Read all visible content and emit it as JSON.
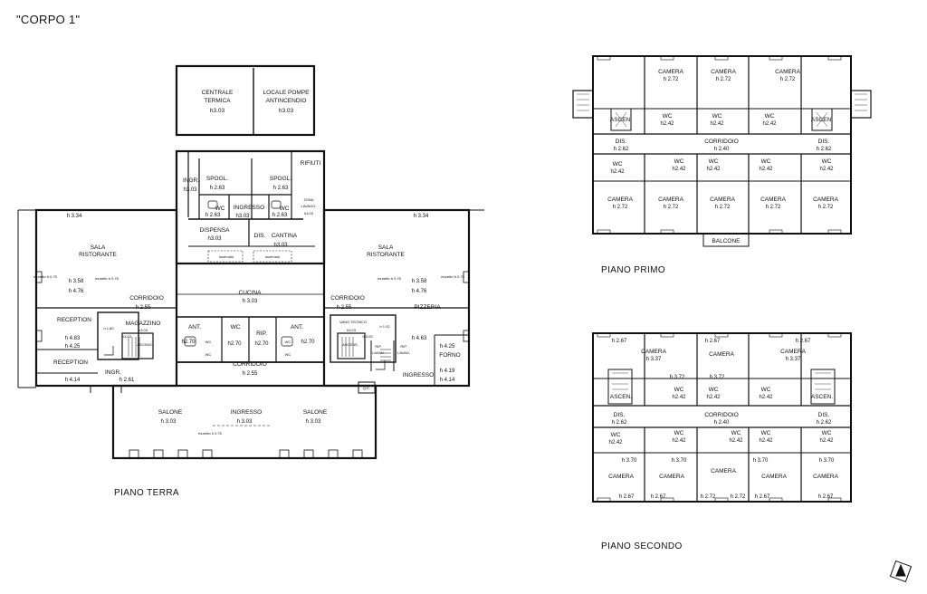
{
  "sheet": {
    "title": "\"CORPO 1\"",
    "captions": {
      "ground": "PIANO TERRA",
      "first": "PIANO PRIMO",
      "second": "PIANO SECONDO"
    }
  },
  "ground_floor": {
    "rooms": [
      {
        "id": "centrale",
        "lines": [
          "CENTRALE",
          "TERMICA",
          "h3.03"
        ]
      },
      {
        "id": "pompe",
        "lines": [
          "LOCALE POMPE",
          "ANTINCENDIO",
          "h3.03"
        ]
      },
      {
        "id": "ingr-top",
        "lines": [
          "INGR.",
          "h3.03"
        ]
      },
      {
        "id": "spogl-1",
        "lines": [
          "SPOGL.",
          "h 2.63"
        ]
      },
      {
        "id": "spogl-2",
        "lines": [
          "SPOGL.",
          "h 2.63"
        ]
      },
      {
        "id": "rifiuti",
        "lines": [
          "RIFIUTI"
        ]
      },
      {
        "id": "zona-lavaggio",
        "lines": [
          "ZONA",
          "LAVAGG.",
          "h3.03"
        ]
      },
      {
        "id": "wc-1",
        "lines": [
          "WC",
          "h 2.63"
        ]
      },
      {
        "id": "ingresso-staff",
        "lines": [
          "INGRESSO",
          "h3.03"
        ]
      },
      {
        "id": "wc-2",
        "lines": [
          "WC",
          "h 2.63"
        ]
      },
      {
        "id": "dispensa",
        "lines": [
          "DISPENSA",
          "h3.03"
        ]
      },
      {
        "id": "dis",
        "lines": [
          "DIS."
        ]
      },
      {
        "id": "cantina",
        "lines": [
          "CANTINA",
          "h3.03"
        ]
      },
      {
        "id": "sala-left",
        "lines": [
          "SALA",
          "RISTORANTE"
        ]
      },
      {
        "id": "sala-right",
        "lines": [
          "SALA",
          "RISTORANTE"
        ]
      },
      {
        "id": "cucina",
        "lines": [
          "CUCINA",
          "h 3.03"
        ]
      },
      {
        "id": "corr-left",
        "lines": [
          "CORRIDOIO",
          "h 2.55"
        ]
      },
      {
        "id": "corr-right",
        "lines": [
          "CORRIDOIO",
          "h 2.55"
        ]
      },
      {
        "id": "reception-1",
        "lines": [
          "RECEPTION"
        ]
      },
      {
        "id": "reception-2",
        "lines": [
          "RECEPTION"
        ]
      },
      {
        "id": "pizzeria",
        "lines": [
          "PIZZERIA"
        ]
      },
      {
        "id": "magazzino",
        "lines": [
          "MAGAZZINO",
          "h3.03"
        ]
      },
      {
        "id": "ascens-left",
        "lines": [
          "ASCENS."
        ]
      },
      {
        "id": "ant-1",
        "lines": [
          "ANT."
        ]
      },
      {
        "id": "ant-2",
        "lines": [
          "ANT."
        ]
      },
      {
        "id": "wc-g1",
        "lines": [
          "WC",
          "h2.70"
        ]
      },
      {
        "id": "rip",
        "lines": [
          "RIP.",
          "h2.70"
        ]
      },
      {
        "id": "vano-tecnico",
        "lines": [
          "VANO TECNICO",
          "h3.03"
        ]
      },
      {
        "id": "ascens-right",
        "lines": [
          "ASCENS."
        ]
      },
      {
        "id": "corr-mid",
        "lines": [
          "CORRIDOIO",
          "h 2.55"
        ]
      },
      {
        "id": "ingr-bottom",
        "lines": [
          "INGR.",
          "h 2.61"
        ]
      },
      {
        "id": "ingresso-right",
        "lines": [
          "INGRESSO"
        ]
      },
      {
        "id": "forno",
        "lines": [
          "FORNO"
        ]
      },
      {
        "id": "salone-1",
        "lines": [
          "SALONE",
          "h 3.03"
        ]
      },
      {
        "id": "ingresso-main",
        "lines": [
          "INGRESSO",
          "h 3.03"
        ]
      },
      {
        "id": "salone-2",
        "lines": [
          "SALONE",
          "h 3.03"
        ]
      }
    ],
    "heights": [
      {
        "id": "h-sala-l",
        "text": "h 3.34"
      },
      {
        "id": "h-sala-r",
        "text": "h 3.34"
      },
      {
        "id": "h-358-l",
        "text": "h 3.58"
      },
      {
        "id": "h-476-l",
        "text": "h 4.76"
      },
      {
        "id": "h-358-r",
        "text": "h 3.58"
      },
      {
        "id": "h-476-r",
        "text": "h 4.76"
      },
      {
        "id": "h-483-l",
        "text": "h 4.83"
      },
      {
        "id": "h-425-l",
        "text": "h 4.25"
      },
      {
        "id": "h-414-l",
        "text": "h 4.14"
      },
      {
        "id": "h-463-r",
        "text": "h 4.63"
      },
      {
        "id": "h-425-r",
        "text": "h 4.25"
      },
      {
        "id": "h-419-r",
        "text": "h 4.19"
      },
      {
        "id": "h-414-r",
        "text": "h 4.14"
      },
      {
        "id": "h-270-a",
        "text": "h2.70"
      },
      {
        "id": "h-270-b",
        "text": "h2.70"
      },
      {
        "id": "wc-small-a",
        "text": "WC"
      },
      {
        "id": "wc-small-b",
        "text": "WC"
      },
      {
        "id": "wc-small-c",
        "text": "WC"
      },
      {
        "id": "wc-small-d",
        "text": "WC"
      },
      {
        "id": "rip-lavan-1",
        "text": "RIP."
      },
      {
        "id": "rip-lavan-2",
        "text": "LAVAN."
      },
      {
        "id": "rip-lavan-3",
        "text": "RIP."
      },
      {
        "id": "rip-lavan-4",
        "text": "LAVAN."
      },
      {
        "id": "qe",
        "text": "Q.E."
      },
      {
        "id": "lucernaio-1",
        "text": "lucernaio"
      },
      {
        "id": "lucernaio-2",
        "text": "lucernaio"
      },
      {
        "id": "muretto-1",
        "text": "muretto h 0.75"
      },
      {
        "id": "muretto-2",
        "text": "muretto h 0.75"
      },
      {
        "id": "muretto-3",
        "text": "muretto h 0.75"
      },
      {
        "id": "muretto-4",
        "text": "muretto h 0.75"
      },
      {
        "id": "muretto-5",
        "text": "muretto h 0.75"
      },
      {
        "id": "h-180",
        "text": "h 1.80"
      },
      {
        "id": "h-303-s",
        "text": "h3.03"
      },
      {
        "id": "h-102",
        "text": "h 1.02"
      },
      {
        "id": "h-303-t",
        "text": "h 3.03"
      }
    ]
  },
  "first_floor": {
    "labels": [
      {
        "id": "camera-t1",
        "lines": [
          "CAMERA",
          "h 2.72"
        ]
      },
      {
        "id": "camera-t2",
        "lines": [
          "CAMERA",
          "h 2.72"
        ]
      },
      {
        "id": "camera-t3",
        "lines": [
          "CAMERA",
          "h 2.72"
        ]
      },
      {
        "id": "ascen-l",
        "lines": [
          "ASCEN."
        ]
      },
      {
        "id": "ascen-r",
        "lines": [
          "ASCEN."
        ]
      },
      {
        "id": "wc-t1",
        "lines": [
          "WC",
          "h2.42"
        ]
      },
      {
        "id": "wc-t2",
        "lines": [
          "WC",
          "h2.42"
        ]
      },
      {
        "id": "wc-t3",
        "lines": [
          "WC",
          "h2.42"
        ]
      },
      {
        "id": "dis-l",
        "lines": [
          "DIS.",
          "h 2.62"
        ]
      },
      {
        "id": "corridoio",
        "lines": [
          "CORRIDOIO",
          "h 2.40"
        ]
      },
      {
        "id": "dis-r",
        "lines": [
          "DIS.",
          "h 2.62"
        ]
      },
      {
        "id": "wc-b1",
        "lines": [
          "WC",
          "h2.42"
        ]
      },
      {
        "id": "wc-b2",
        "lines": [
          "WC",
          "h2.42"
        ]
      },
      {
        "id": "wc-b3",
        "lines": [
          "WC",
          "h2.42"
        ]
      },
      {
        "id": "wc-b4",
        "lines": [
          "WC",
          "h2.42"
        ]
      },
      {
        "id": "wc-b5",
        "lines": [
          "WC",
          "h2.42"
        ]
      },
      {
        "id": "camera-b1",
        "lines": [
          "CAMERA",
          "h 2.72"
        ]
      },
      {
        "id": "camera-b2",
        "lines": [
          "CAMERA",
          "h 2.72"
        ]
      },
      {
        "id": "camera-b3",
        "lines": [
          "CAMERA",
          "h 2.72"
        ]
      },
      {
        "id": "camera-b4",
        "lines": [
          "CAMERA",
          "h 2.72"
        ]
      },
      {
        "id": "camera-b5",
        "lines": [
          "CAMERA",
          "h 2.72"
        ]
      },
      {
        "id": "balcone",
        "lines": [
          "BALCONE"
        ]
      }
    ]
  },
  "second_floor": {
    "labels": [
      {
        "id": "h267-1",
        "lines": [
          "h 2.67"
        ]
      },
      {
        "id": "h267-2",
        "lines": [
          "h 2.67"
        ]
      },
      {
        "id": "h267-3",
        "lines": [
          "h 2.67"
        ]
      },
      {
        "id": "camera-t1",
        "lines": [
          "CAMERA",
          "h 3.37"
        ]
      },
      {
        "id": "camera-t2",
        "lines": [
          "CAMERA"
        ]
      },
      {
        "id": "camera-t3",
        "lines": [
          "CAMERA",
          "h 3.37"
        ]
      },
      {
        "id": "h372-1",
        "lines": [
          "h 3.72"
        ]
      },
      {
        "id": "h372-2",
        "lines": [
          "h 3.72"
        ]
      },
      {
        "id": "ascen-l",
        "lines": [
          "ASCEN."
        ]
      },
      {
        "id": "ascen-r",
        "lines": [
          "ASCEN."
        ]
      },
      {
        "id": "wc-t1",
        "lines": [
          "WC",
          "h2.42"
        ]
      },
      {
        "id": "wc-t2",
        "lines": [
          "WC",
          "h2.42"
        ]
      },
      {
        "id": "wc-t3",
        "lines": [
          "WC",
          "h2.42"
        ]
      },
      {
        "id": "dis-l",
        "lines": [
          "DIS.",
          "h 2.62"
        ]
      },
      {
        "id": "corridoio",
        "lines": [
          "CORRIDOIO",
          "h 2.40"
        ]
      },
      {
        "id": "dis-r",
        "lines": [
          "DIS.",
          "h 2.62"
        ]
      },
      {
        "id": "wc-b1",
        "lines": [
          "WC",
          "h2.42"
        ]
      },
      {
        "id": "wc-b2",
        "lines": [
          "WC",
          "h2.42"
        ]
      },
      {
        "id": "wc-b3",
        "lines": [
          "WC",
          "h2.42"
        ]
      },
      {
        "id": "wc-b4",
        "lines": [
          "WC",
          "h2.42"
        ]
      },
      {
        "id": "wc-b5",
        "lines": [
          "WC",
          "h2.42"
        ]
      },
      {
        "id": "h370-1",
        "lines": [
          "h 3.70"
        ]
      },
      {
        "id": "h370-2",
        "lines": [
          "h 3.70"
        ]
      },
      {
        "id": "h370-3",
        "lines": [
          "h 3.70"
        ]
      },
      {
        "id": "h370-4",
        "lines": [
          "h 3.70"
        ]
      },
      {
        "id": "camera-b1",
        "lines": [
          "CAMERA"
        ]
      },
      {
        "id": "camera-b2",
        "lines": [
          "CAMERA"
        ]
      },
      {
        "id": "camera-b3",
        "lines": [
          "CAMERA"
        ]
      },
      {
        "id": "camera-b4",
        "lines": [
          "CAMERA"
        ]
      },
      {
        "id": "camera-b5",
        "lines": [
          "CAMERA"
        ]
      },
      {
        "id": "hb-1",
        "lines": [
          "h 2.67"
        ]
      },
      {
        "id": "hb-2",
        "lines": [
          "h 2.67"
        ]
      },
      {
        "id": "hb-3",
        "lines": [
          "h 2.72"
        ]
      },
      {
        "id": "hb-4",
        "lines": [
          "h 2.72"
        ]
      },
      {
        "id": "hb-5",
        "lines": [
          "h 2.67"
        ]
      },
      {
        "id": "hb-6",
        "lines": [
          "h 2.67"
        ]
      }
    ]
  }
}
